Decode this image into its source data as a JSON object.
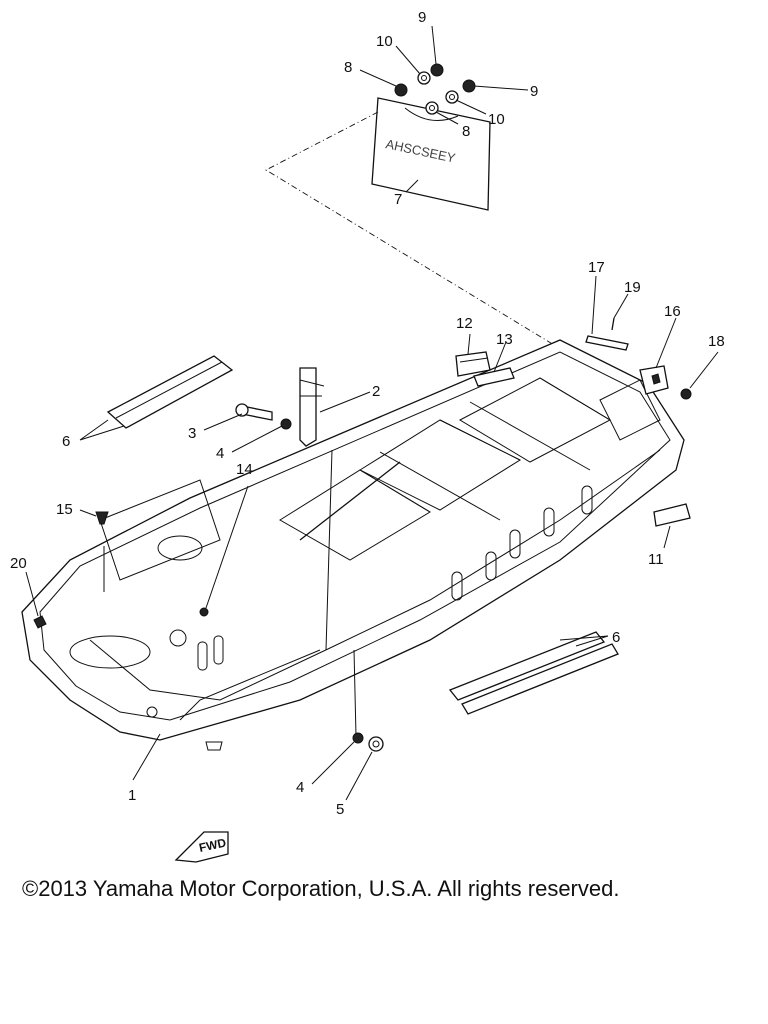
{
  "copyright": "©2013 Yamaha Motor Corporation, U.S.A. All rights reserved.",
  "fwd_mark": "FWD",
  "callouts": [
    {
      "id": "1",
      "text": "1"
    },
    {
      "id": "2",
      "text": "2"
    },
    {
      "id": "3",
      "text": "3"
    },
    {
      "id": "4a",
      "text": "4"
    },
    {
      "id": "4b",
      "text": "4"
    },
    {
      "id": "5",
      "text": "5"
    },
    {
      "id": "6a",
      "text": "6"
    },
    {
      "id": "6b",
      "text": "6"
    },
    {
      "id": "7",
      "text": "7"
    },
    {
      "id": "8a",
      "text": "8"
    },
    {
      "id": "8b",
      "text": "8"
    },
    {
      "id": "9a",
      "text": "9"
    },
    {
      "id": "9b",
      "text": "9"
    },
    {
      "id": "10a",
      "text": "10"
    },
    {
      "id": "10b",
      "text": "10"
    },
    {
      "id": "11",
      "text": "11"
    },
    {
      "id": "12",
      "text": "12"
    },
    {
      "id": "13",
      "text": "13"
    },
    {
      "id": "14",
      "text": "14"
    },
    {
      "id": "15",
      "text": "15"
    },
    {
      "id": "16",
      "text": "16"
    },
    {
      "id": "17",
      "text": "17"
    },
    {
      "id": "18",
      "text": "18"
    },
    {
      "id": "19",
      "text": "19"
    },
    {
      "id": "20",
      "text": "20"
    }
  ]
}
